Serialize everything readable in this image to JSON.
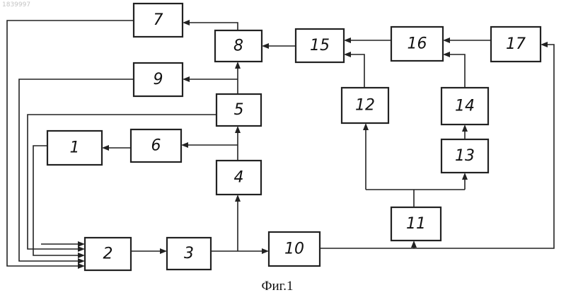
{
  "watermark": "1839997",
  "caption": "Фиг.1",
  "blocks": [
    "1",
    "2",
    "3",
    "4",
    "5",
    "6",
    "7",
    "8",
    "9",
    "10",
    "11",
    "12",
    "13",
    "14",
    "15",
    "16",
    "17"
  ]
}
